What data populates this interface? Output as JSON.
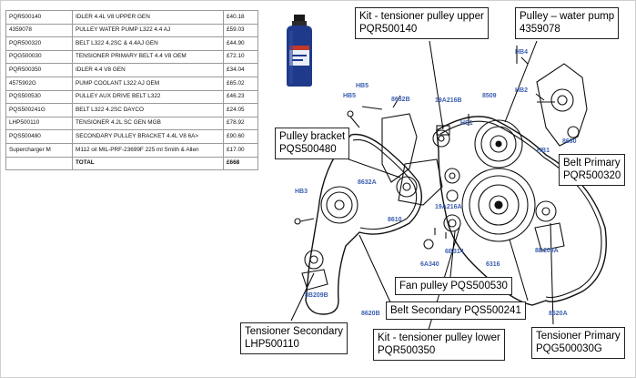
{
  "parts_table": {
    "rows": [
      {
        "part": "PQR500140",
        "desc": "IDLER 4.4L V8 UPPER GEN",
        "price": "£40.18"
      },
      {
        "part": "4359078",
        "desc": "PULLEY WATER PUMP L322 4.4 AJ",
        "price": "£59.03"
      },
      {
        "part": "PQR500320",
        "desc": "BELT L322 4.2SC & 4.4AJ GEN",
        "price": "£44.90"
      },
      {
        "part": "PQG500030",
        "desc": "TENSIONER PRIMARY BELT 4.4 V8 OEM",
        "price": "£72.10"
      },
      {
        "part": "PQR500350",
        "desc": "IDLER 4.4 V8 GEN",
        "price": "£34.04"
      },
      {
        "part": "4575902G",
        "desc": "PUMP COOLANT L322 AJ OEM",
        "price": "£65.02"
      },
      {
        "part": "PQS500530",
        "desc": "PULLEY AUX DRIVE BELT L322",
        "price": "£46.23"
      },
      {
        "part": "PQS500241G",
        "desc": "BELT L322 4.2SC DAYCO",
        "price": "£24.05"
      },
      {
        "part": "LHP500110",
        "desc": "TENSIONER 4.2L SC GEN MGB",
        "price": "£78.92"
      },
      {
        "part": "PQS500480",
        "desc": "SECONDARY PULLEY BRACKET 4.4L V8 6A>",
        "price": "£90.60"
      },
      {
        "part": "Supercharger M",
        "desc": "M112 oil MIL-PRF-23699F 225 ml Smith & Allen",
        "price": "£17.00"
      }
    ],
    "total_label": "TOTAL",
    "total_value": "£668"
  },
  "callouts": {
    "kit_upper": {
      "line1": "Kit - tensioner pulley upper",
      "line2": "PQR500140"
    },
    "water_pump": {
      "line1": "Pulley – water pump",
      "line2": "4359078"
    },
    "pulley_bracket": {
      "line1": "Pulley bracket",
      "line2": "PQS500480"
    },
    "belt_primary": {
      "line1": "Belt Primary",
      "line2": "PQR500320"
    },
    "fan_pulley": {
      "line1": "Fan pulley PQS500530"
    },
    "belt_secondary": {
      "line1": "Belt Secondary PQS500241"
    },
    "tensioner_secondary": {
      "line1": "Tensioner Secondary",
      "line2": "LHP500110"
    },
    "kit_lower": {
      "line1": "Kit - tensioner pulley lower",
      "line2": "PQR500350"
    },
    "tensioner_primary": {
      "line1": "Tensioner Primary",
      "line2": "PQG500030G"
    }
  },
  "part_labels": {
    "hb4": "HB4",
    "hb5a": "HB5",
    "hb5b": "HB5",
    "l8632b": "8632B",
    "l19a216b": "19A216B",
    "l8509": "8509",
    "hb2": "HB2",
    "hs1": "HS1",
    "l8680": "8680",
    "hb1": "HB1",
    "l8632a": "8632A",
    "hb3": "HB3",
    "l8610": "8610",
    "l19a216a": "19A216A",
    "l6b314": "6B314",
    "l6a340": "6A340",
    "l6316": "6316",
    "l8b209a": "8B209A",
    "l8b209b": "8B209B",
    "l8620b": "8620B",
    "l8620a": "8620A"
  },
  "colors": {
    "label_blue": "#3b5fb0",
    "line": "#111111",
    "bottle_blue": "#1f3a8a"
  }
}
